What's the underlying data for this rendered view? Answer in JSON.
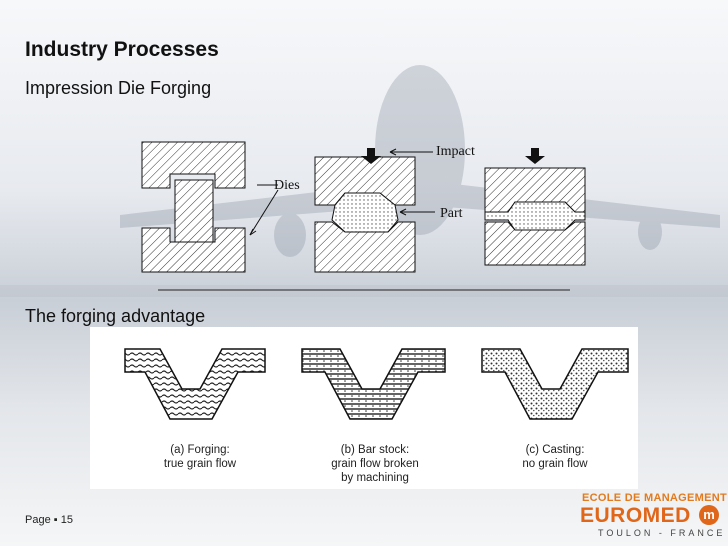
{
  "slide": {
    "title": "Industry Processes",
    "subtitle": "Impression Die Forging",
    "section_title": "The forging advantage"
  },
  "die_diagram": {
    "labels": {
      "impact": "Impact",
      "dies": "Dies",
      "part": "Part"
    }
  },
  "grain_flow": {
    "captions": [
      [
        "(a) Forging:",
        "true grain flow"
      ],
      [
        "(b) Bar stock:",
        "grain flow broken",
        "by machining"
      ],
      [
        "(c) Casting:",
        "no grain flow"
      ]
    ]
  },
  "footer": {
    "page_label": "Page",
    "page_number": "15"
  },
  "logo": {
    "line1": "ECOLE DE MANAGEMENT",
    "line2": "EUROMED",
    "line3": "TOULON - FRANCE",
    "badge": "m"
  }
}
